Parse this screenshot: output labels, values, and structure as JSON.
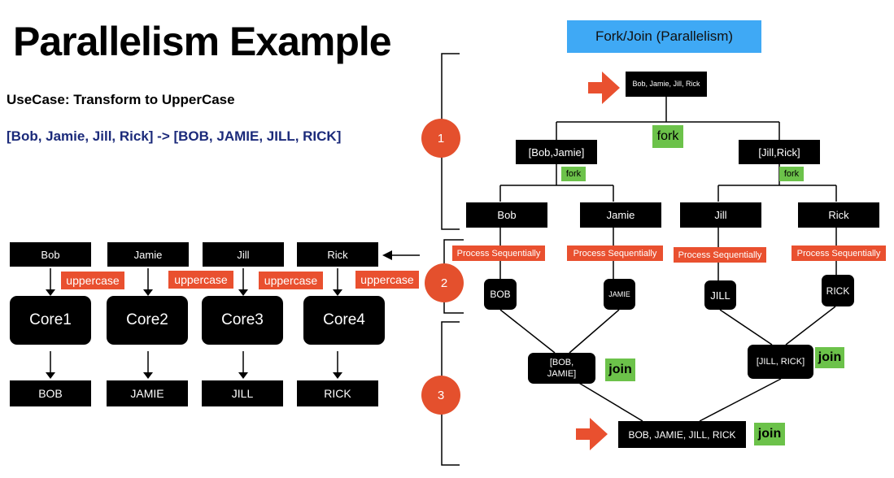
{
  "title": "Parallelism Example",
  "usecase": "UseCase: Transform to UpperCase",
  "mapping": "[Bob, Jamie, Jill, Rick] -> [BOB, JAMIE, JILL, RICK]",
  "fj_title": "Fork/Join (Parallelism)",
  "left": {
    "inputs": [
      "Bob",
      "Jamie",
      "Jill",
      "Rick"
    ],
    "op": "uppercase",
    "cores": [
      "Core1",
      "Core2",
      "Core3",
      "Core4"
    ],
    "outputs": [
      "BOB",
      "JAMIE",
      "JILL",
      "RICK"
    ]
  },
  "steps": [
    "1",
    "2",
    "3"
  ],
  "tree": {
    "root": "Bob, Jamie, Jill, Rick",
    "fork": "fork",
    "mid": [
      "[Bob,Jamie]",
      "[Jill,Rick]"
    ],
    "leaves": [
      "Bob",
      "Jamie",
      "Jill",
      "Rick"
    ],
    "process": "Process Sequentially",
    "results": [
      "BOB",
      "JAMIE",
      "JILL",
      "RICK"
    ],
    "join_nodes": [
      "[BOB, JAMIE]",
      "[JILL, RICK]"
    ],
    "join": "join",
    "final": "BOB, JAMIE, JILL, RICK"
  },
  "colors": {
    "accent_orange": "#e9502f",
    "green": "#6cc24a",
    "blue_header": "#3fa9f5",
    "navy_text": "#1b2a7a"
  }
}
